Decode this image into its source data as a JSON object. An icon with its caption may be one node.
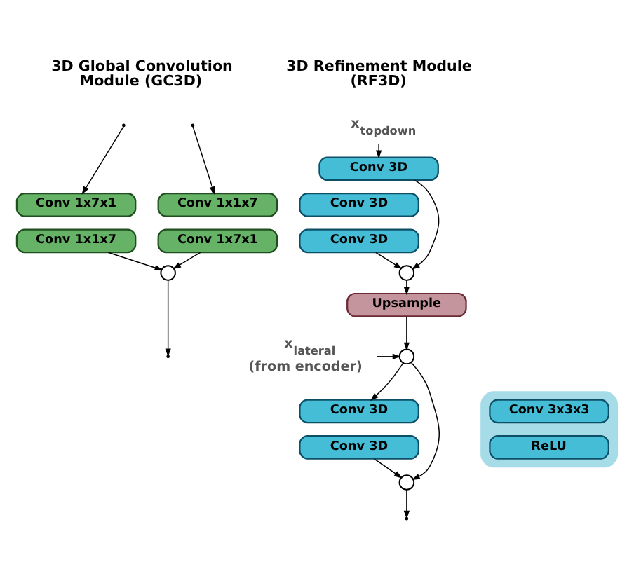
{
  "diagram": {
    "nodes": [
      {
        "text": [
          "Conv 1x7x1"
        ]
      },
      {
        "text": [
          "Conv 1x1x7"
        ]
      },
      {
        "text": [
          "Conv 1x1x7"
        ]
      },
      {
        "text": [
          "Conv 1x7x1"
        ]
      },
      {
        "text": [],
        "shape": "circle"
      },
      {
        "text": [
          "x$_{topdown}$"
        ]
      },
      {
        "text": [
          "Conv 3D"
        ]
      },
      {
        "text": [
          "Conv 3D"
        ]
      },
      {
        "text": [
          "Conv 3D"
        ]
      },
      {
        "text": [],
        "shape": "circle"
      },
      {
        "text": [
          "Upsample"
        ]
      },
      {
        "text": [
          "x$_{lateral}$",
          "(from encoder)"
        ]
      },
      {
        "text": [],
        "shape": "circle"
      },
      {
        "text": [],
        "shape": "box"
      },
      {
        "text": [
          "Conv 3x3x3"
        ],
        "in": 13
      },
      {
        "text": [
          "ReLU"
        ],
        "in": 13
      },
      {
        "text": [
          "Conv 3D"
        ]
      },
      {
        "text": [
          "Conv 3D"
        ]
      },
      {
        "text": [],
        "shape": "circle"
      }
    ],
    "edges": [
      {
        "from": null,
        "to": 0,
        "arrow": "to"
      },
      {
        "from": null,
        "to": 1,
        "arrow": "to"
      },
      {
        "from": 2,
        "to": 4,
        "arrow": "to"
      },
      {
        "from": 3,
        "to": 4,
        "arrow": "to"
      },
      {
        "from": 4,
        "to": null,
        "arrow": "to"
      },
      {
        "from": 5,
        "to": 6,
        "arrow": "to"
      },
      {
        "from": 6,
        "to": 9,
        "arrow": "to"
      },
      {
        "from": 8,
        "to": 9,
        "arrow": "to"
      },
      {
        "from": 9,
        "to": 10,
        "arrow": "to"
      },
      {
        "from": 10,
        "to": 12,
        "arrow": "to"
      },
      {
        "from": 11,
        "to": 12,
        "arrow": "to"
      },
      {
        "from": 12,
        "to": 16,
        "arrow": "to"
      },
      {
        "from": 12,
        "to": 18,
        "arrow": "to"
      },
      {
        "from": 17,
        "to": 18,
        "arrow": "to"
      },
      {
        "from": 18,
        "to": null,
        "arrow": "to"
      }
    ],
    "labels": [
      "3D Global Convolution Module (GC3D)",
      "3D Refinement Module (RF3D)"
    ]
  }
}
